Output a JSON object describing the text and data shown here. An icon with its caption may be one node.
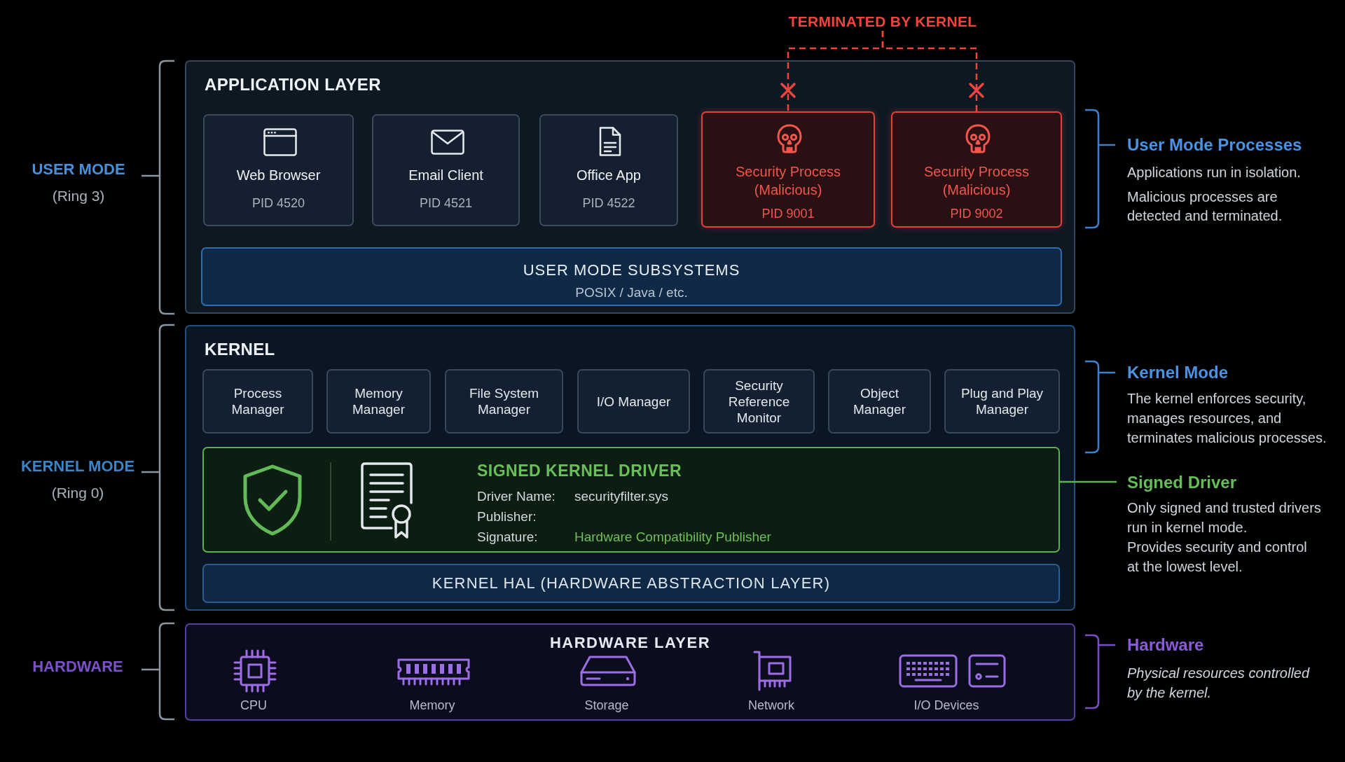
{
  "diagram": {
    "nodes": [
      {
        "text": [
          "TERMINATED BY KERNEL"
        ]
      },
      {
        "text": [
          "APPLICATION LAYER"
        ]
      },
      {
        "text": [
          "Web Browser",
          "PID 4520"
        ],
        "in": 1
      },
      {
        "text": [
          "Email Client",
          "PID 4521"
        ],
        "in": 1
      },
      {
        "text": [
          "Office App",
          "PID 4522"
        ],
        "in": 1
      },
      {
        "text": [
          "Security Process (Malicious)",
          "PID 9001"
        ],
        "in": 1
      },
      {
        "text": [
          "Security Process (Malicious)",
          "PID 9002"
        ],
        "in": 1
      },
      {
        "text": [
          "USER MODE SUBSYSTEMS",
          "POSIX / Java / etc."
        ],
        "in": 1
      },
      {
        "text": [
          "KERNEL"
        ]
      },
      {
        "text": [
          "Process Manager"
        ],
        "in": 8
      },
      {
        "text": [
          "Memory Manager"
        ],
        "in": 8
      },
      {
        "text": [
          "File System Manager"
        ],
        "in": 8
      },
      {
        "text": [
          "I/O Manager"
        ],
        "in": 8
      },
      {
        "text": [
          "Security Reference Monitor"
        ],
        "in": 8
      },
      {
        "text": [
          "Object Manager"
        ],
        "in": 8
      },
      {
        "text": [
          "Plug and Play Manager"
        ],
        "in": 8
      },
      {
        "text": [
          "SIGNED KERNEL DRIVER",
          "Driver Name:",
          "securityfilter.sys",
          "Publisher:",
          "Signature:",
          "Hardware Compatibility Publisher"
        ],
        "in": 8
      },
      {
        "text": [
          "KERNEL HAL (HARDWARE ABSTRACTION LAYER)"
        ],
        "in": 8
      },
      {
        "text": [
          "Signed Driver",
          "Only signed and trusted drivers run in kernel mode.",
          "Provides security and control at the lowest level."
        ]
      },
      {
        "text": [
          "HARDWARE LAYER"
        ]
      }
    ],
    "edges": [
      {
        "from": 0,
        "to": 5,
        "arrow": "other",
        "style": "dashed",
        "color": "#f0453c"
      },
      {
        "from": 0,
        "to": 6,
        "arrow": "other",
        "style": "dashed",
        "color": "#f0453c"
      },
      {
        "from": 18,
        "to": 16,
        "arrow": "none",
        "color": "#5cb44e"
      }
    ],
    "labels": [
      "USER MODE",
      "(Ring 3)",
      "User Mode Processes",
      "Applications run in isolation.",
      "Malicious processes are detected and terminated.",
      "KERNEL MODE",
      "(Ring 0)",
      "Kernel Mode",
      "The kernel enforces security, manages resources, and terminates malicious processes.",
      "HARDWARE",
      "CPU",
      "Memory",
      "Storage",
      "Network",
      "I/O Devices",
      "Hardware",
      "Physical resources controlled by the kernel."
    ]
  }
}
